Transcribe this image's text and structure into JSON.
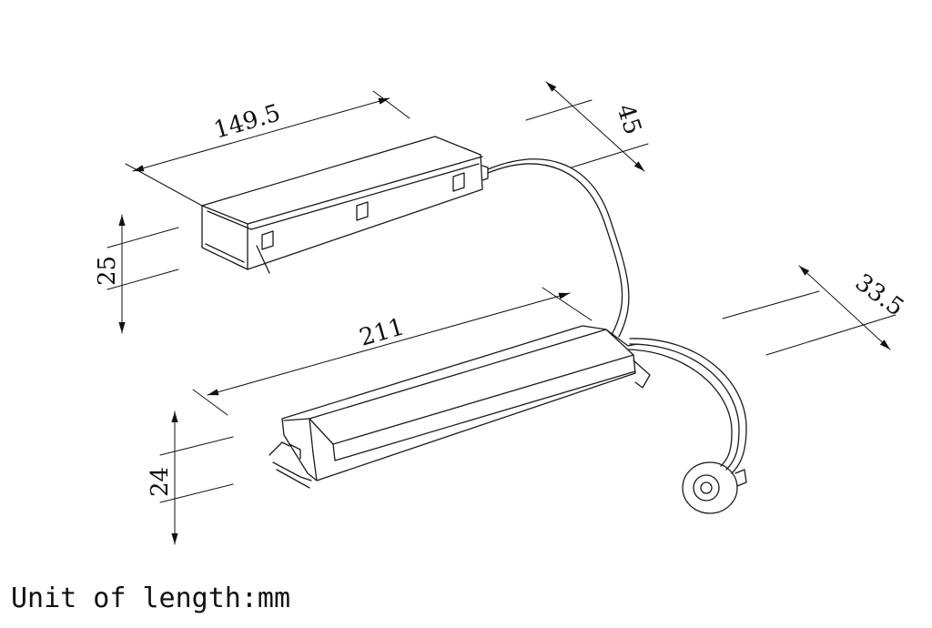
{
  "dimensions": {
    "length_top_box": "149.5",
    "width_top_box": "45",
    "height_top_box": "25",
    "length_driver": "211",
    "width_driver": "33.5",
    "height_driver": "24"
  },
  "caption": "Unit of length:mm",
  "colors": {
    "line": "#1a1a1a",
    "background": "#ffffff"
  }
}
